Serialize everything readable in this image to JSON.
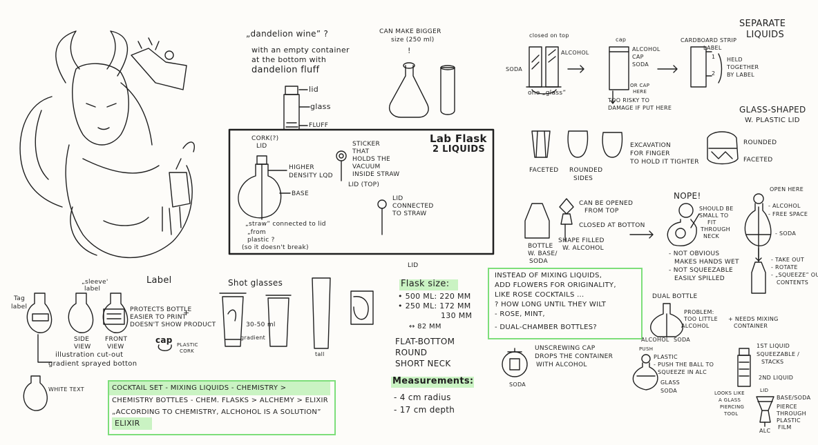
{
  "dandelion": {
    "title": "„dandelion wine” ?",
    "desc": [
      "with an empty container",
      "at the bottom with",
      "dandelion fluff"
    ],
    "parts": [
      "lid",
      "glass",
      "fluff"
    ]
  },
  "bigger": {
    "text": [
      "can make bigger",
      "size (250 ml)"
    ],
    "mark": "!"
  },
  "lab_flask": {
    "title": [
      "Lab Flask",
      "2 Liquids"
    ],
    "cork": [
      "cork(?)",
      "lid"
    ],
    "higher": [
      "higher",
      "density lqd"
    ],
    "base": "base",
    "straw": [
      "„straw” connected to lid",
      "„from",
      "plastic ?",
      "(so it doesn't break)"
    ],
    "sticker": [
      "sticker",
      "that",
      "holds the",
      "vacuum",
      "inside straw"
    ],
    "lid_top": "lid (top)",
    "lid_conn": [
      "lid",
      "connected",
      "to straw"
    ]
  },
  "label": {
    "title": "Label",
    "tag": [
      "Tag",
      "label"
    ],
    "sleeve": [
      "„sleeve'",
      "label"
    ],
    "side": [
      "side",
      "view"
    ],
    "front": [
      "front",
      "view"
    ],
    "protects": [
      "protects bottle",
      "easier to print",
      "doesn't show product"
    ],
    "plus": "+",
    "cap": "cap",
    "plastic_cork": [
      "plastic",
      "cork"
    ],
    "illustration": [
      "illustration cut-out",
      "gradient sprayed botton"
    ],
    "white_text": "white text"
  },
  "shot": {
    "title": "Shot glasses",
    "measure": "30-50 ml",
    "gradient": "gradient",
    "tall": "tall"
  },
  "flask_size": {
    "lid": "lid",
    "title": "Flask size:",
    "rows": [
      "• 500 ml: 220 mm",
      "• 250 ml: 172 mm",
      "130 mm"
    ],
    "width": "↔ 82 mm",
    "desc": [
      "Flat-bottom",
      "Round",
      "Short neck"
    ]
  },
  "measurements": {
    "title": "Measurements:",
    "rows": [
      "- 4 cm radius",
      "- 17 cm depth"
    ]
  },
  "cocktail": {
    "rows": [
      "Cocktail set - mixing liquids - chemistry >",
      "Chemistry bottles - chem. flasks > alchemy > elixir",
      "„According to chemistry, alchohol is a solution”"
    ],
    "elixir": "elixir"
  },
  "separate": {
    "title": [
      "Separate",
      "Liquids"
    ],
    "closed_top": "closed on top",
    "alcohol": "alcohol",
    "soda": "soda",
    "one_glass": "one „glass”",
    "cap": "cap",
    "alcohol2": "alcohol",
    "cap2": "cap",
    "soda2": "soda",
    "or_cap": [
      "or cap",
      "here"
    ],
    "risky": [
      "too risky to",
      "damage if put here"
    ],
    "cardboard": [
      "cardboard strip",
      "label"
    ],
    "held": [
      "held",
      "together",
      "by label"
    ],
    "nums": [
      "1",
      "2"
    ]
  },
  "glass_shaped": {
    "title": [
      "Glass-shaped",
      "w. plastic lid"
    ],
    "faceted": "faceted",
    "rounded_sides": [
      "rounded",
      "sides"
    ],
    "excavation": [
      "excavation",
      "for finger",
      "to hold it tighter"
    ],
    "rounded": "rounded",
    "faceted2": "faceted"
  },
  "bottle": {
    "base_soda": [
      "bottle",
      "w. base/",
      "soda"
    ],
    "opened": [
      "can be opened",
      "from top"
    ],
    "closed": "closed at botton",
    "shape": [
      "shape filled",
      "w. alcohol"
    ]
  },
  "nope": {
    "title": "Nope!",
    "small": [
      "should be",
      "small to",
      "fit",
      "through",
      "neck"
    ],
    "cons": [
      "- not obvious",
      "makes hands wet",
      "- not squeezable",
      "easily spilled"
    ]
  },
  "open_here": {
    "title": "open here",
    "alcohol": "- alcohol",
    "free": "- free space",
    "soda": "- soda",
    "take": [
      "- take out",
      "- rotate",
      "- „squeeze” out",
      "contents"
    ]
  },
  "instead": {
    "rows": [
      "instead of mixing liquids,",
      "add flowers for originality,",
      "like rose cocktails ...",
      "? how long until they wilt",
      "- rose, mint,",
      "- dual-chamber bottles?"
    ]
  },
  "dual": {
    "title": "Dual bottle",
    "problem": [
      "problem:",
      "too little",
      "alcohol"
    ],
    "needs": [
      "+ needs mixing",
      "container"
    ],
    "alcohol": "alcohol",
    "soda": "soda"
  },
  "unscrewing": {
    "text": [
      "unscrewing cap",
      "drops the container",
      "with alcohol"
    ],
    "soda": "soda"
  },
  "push": {
    "push": "push",
    "plastic": "plastic",
    "text": [
      "- push the ball to",
      "squeeze in alc"
    ],
    "glass": "glass",
    "soda": "soda"
  },
  "liquid1": {
    "first": "1st liquid",
    "squeezable": [
      "squeezable /",
      "stacks"
    ],
    "second": "2nd liquid"
  },
  "pierce": {
    "lid": "lid",
    "looks": [
      "looks like",
      "a glass",
      "piercing",
      "tool"
    ],
    "base": "base/soda",
    "pierce": [
      "pierce",
      "through",
      "plastic",
      "film"
    ],
    "alc": "alc"
  },
  "colors": {
    "ink": "#1f1f1f",
    "highlight": "#b8f0b0",
    "pink": "#f2d6dc"
  }
}
